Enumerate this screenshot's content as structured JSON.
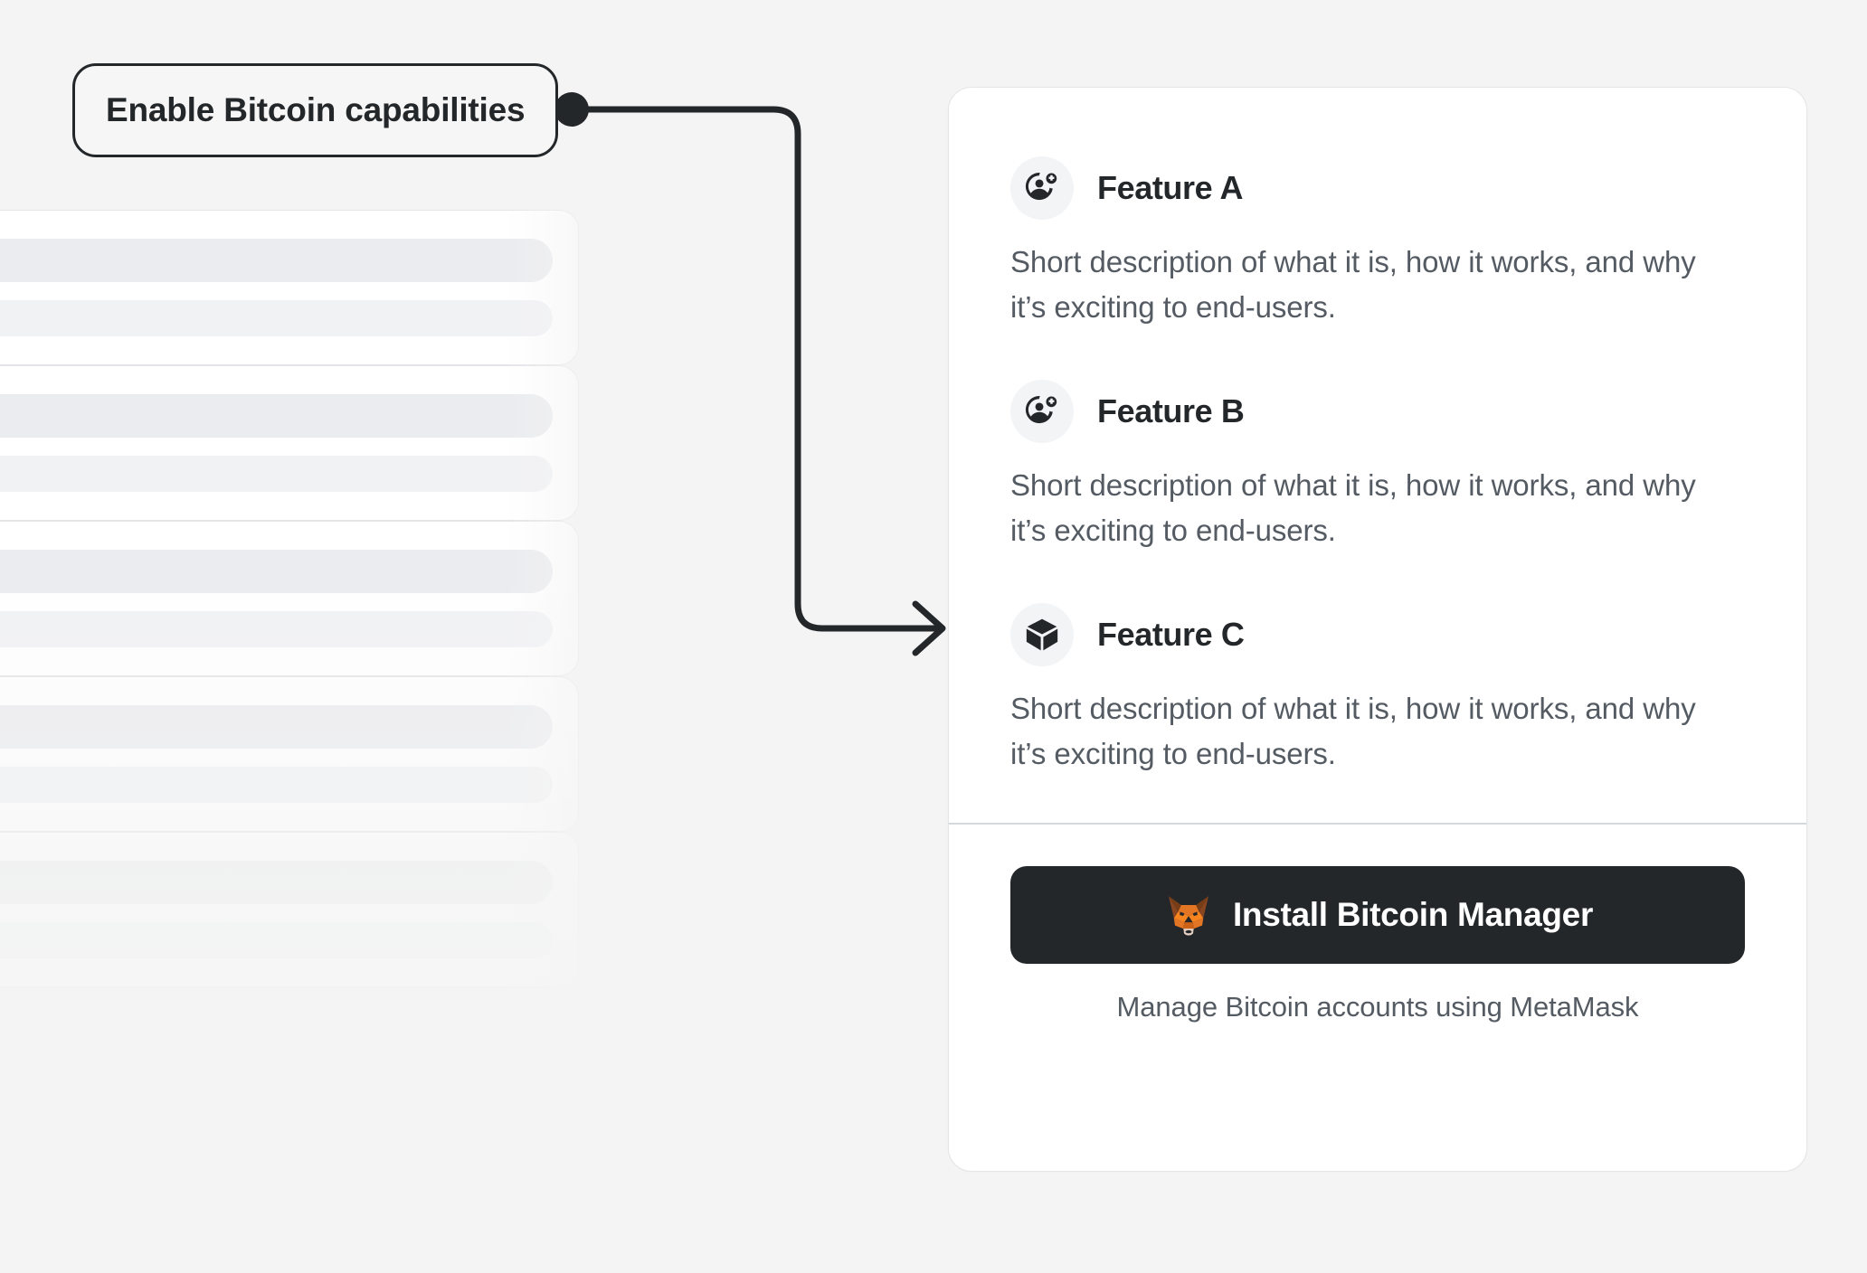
{
  "colors": {
    "background": "#f4f4f4",
    "card_background": "#ffffff",
    "card_border": "#e3e5e8",
    "text_dark": "#24272a",
    "text_muted": "#555b63",
    "button_background": "#24272a",
    "button_text": "#ffffff",
    "icon_circle_background": "#f2f4f6",
    "connector_stroke": "#24272a",
    "divider": "#d6d9dc",
    "skeleton_bar": "#ebecef",
    "metamask_orange": "#e27625",
    "metamask_orange_light": "#f5841f",
    "metamask_brown": "#763d16",
    "metamask_cream": "#e4cfc2"
  },
  "callout": {
    "label": "Enable Bitcoin capabilities",
    "connector_icon": "connector-dot",
    "arrow_icon": "arrow-right-icon"
  },
  "skeleton": {
    "card_count": 5,
    "bars_per_card": 2
  },
  "card": {
    "features": [
      {
        "icon": "add-user-icon",
        "title": "Feature A",
        "description": "Short description of what it is, how it works, and why it’s exciting to end-users."
      },
      {
        "icon": "add-user-icon",
        "title": "Feature B",
        "description": "Short description of what it is, how it works, and why it’s exciting to end-users."
      },
      {
        "icon": "cube-icon",
        "title": "Feature C",
        "description": "Short description of what it is, how it works, and why it’s exciting to end-users."
      }
    ],
    "footer": {
      "install_button_label": "Install Bitcoin Manager",
      "install_button_icon": "metamask-fox-icon",
      "subtext": "Manage Bitcoin accounts using MetaMask"
    }
  }
}
